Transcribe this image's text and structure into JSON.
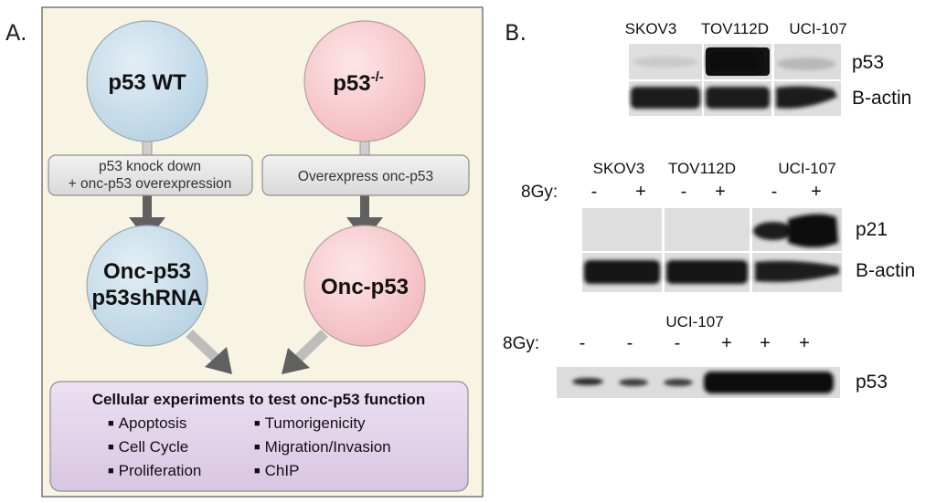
{
  "panel_a": {
    "label": "A.",
    "circles": {
      "wt": "p53 WT",
      "null_base": "p53",
      "null_sup": "-/-",
      "onc_shrna_line1": "Onc-p53",
      "onc_shrna_line2": "p53shRNA",
      "onc": "Onc-p53"
    },
    "boxes": {
      "left_line1": "p53 knock down",
      "left_line2": "+ onc-p53 overexpression",
      "right": "Overexpress onc-p53"
    },
    "experiments": {
      "title": "Cellular experiments to test onc-p53 function",
      "col1": [
        "Apoptosis",
        "Cell Cycle",
        "Proliferation"
      ],
      "col2": [
        "Tumorigenicity",
        "Migration/Invasion",
        "ChIP"
      ]
    }
  },
  "panel_b": {
    "label": "B.",
    "blot1": {
      "lanes": [
        "SKOV3",
        "TOV112D",
        "UCI-107"
      ],
      "rows": [
        "p53",
        "B-actin"
      ]
    },
    "blot2": {
      "lanes": [
        "SKOV3",
        "TOV112D",
        "UCI-107"
      ],
      "treatment_label": "8Gy:",
      "signs": [
        "-",
        "+",
        "-",
        "+",
        "-",
        "+"
      ],
      "rows": [
        "p21",
        "B-actin"
      ]
    },
    "blot3": {
      "lane": "UCI-107",
      "treatment_label": "8Gy:",
      "signs": [
        "-",
        "-",
        "-",
        "+",
        "+",
        "+"
      ],
      "row": "p53"
    }
  },
  "colors": {
    "panel_bg": "#f8f4e3",
    "blue_circle": "#cfe3ef",
    "pink_circle": "#f9d2d6",
    "box_gray": "#e7e7e7",
    "purple_box": "#e3d4ea",
    "arrow": "#606060",
    "band": "#141414",
    "membrane": "#dedede"
  }
}
